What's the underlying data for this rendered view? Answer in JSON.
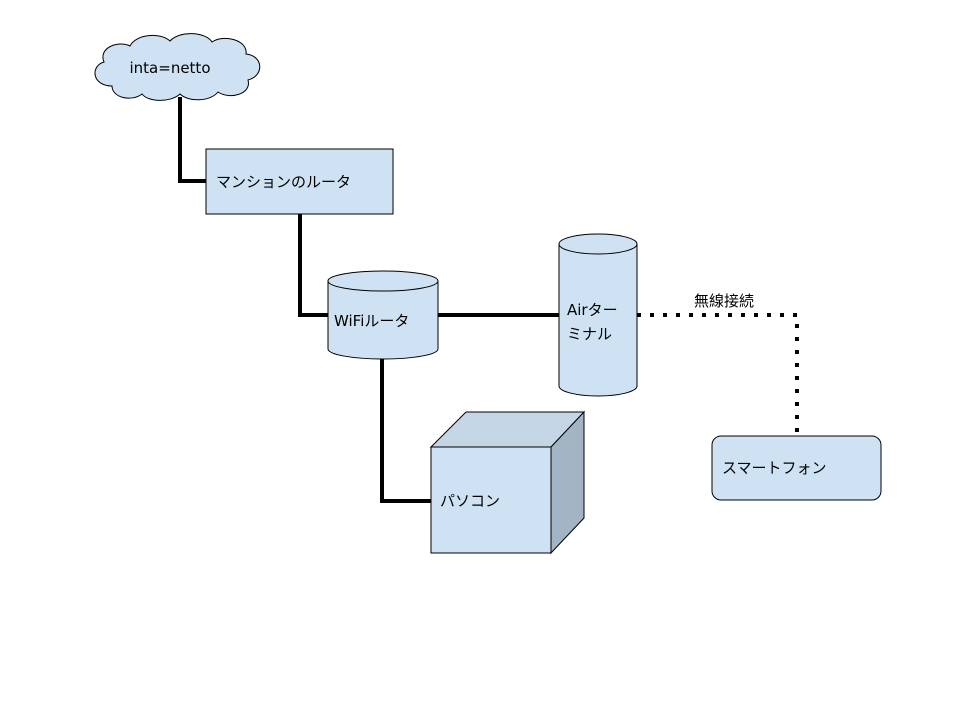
{
  "colors": {
    "fill": "#cfe2f3",
    "stroke": "#000000",
    "cube_side": "#a3b4c4",
    "cube_top": "#c4d6e6",
    "connector": "#000000"
  },
  "nodes": {
    "internet": {
      "label": "inta=netto",
      "shape": "cloud"
    },
    "mansion_router": {
      "label": "マンションのルータ",
      "shape": "rectangle"
    },
    "wifi_router": {
      "label": "WiFiルータ",
      "shape": "cylinder"
    },
    "air_terminal": {
      "label_line1": "Airター",
      "label_line2": "ミナル",
      "shape": "cylinder"
    },
    "pc": {
      "label": "パソコン",
      "shape": "cube"
    },
    "smartphone": {
      "label": "スマートフォン",
      "shape": "rounded-rectangle"
    }
  },
  "edges": {
    "wireless": {
      "label": "無線接続",
      "style": "dotted"
    }
  }
}
